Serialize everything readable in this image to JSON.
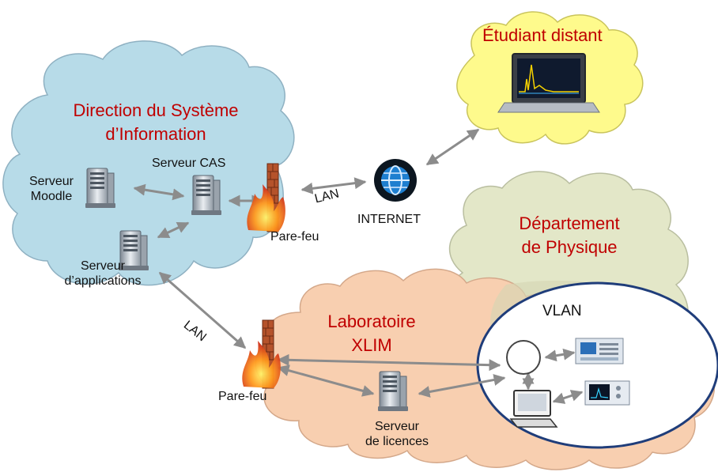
{
  "clouds": {
    "dsi_title_line1": "Direction du Système",
    "dsi_title_line2": "d’Information",
    "student_title": "Étudiant distant",
    "physics_title_line1": "Département",
    "physics_title_line2": "de Physique",
    "lab_title_line1": "Laboratoire",
    "lab_title_line2": "XLIM",
    "vlan_title": "VLAN"
  },
  "nodes": {
    "moodle_line1": "Serveur",
    "moodle_line2": "Moodle",
    "cas": "Serveur CAS",
    "apps_line1": "Serveur",
    "apps_line2": "d’applications",
    "firewall_top": "Pare-feu",
    "firewall_bottom": "Pare-feu",
    "internet": "INTERNET",
    "license_line1": "Serveur",
    "license_line2": "de licences"
  },
  "links": {
    "lan_top": "LAN",
    "lan_bottom": "LAN"
  },
  "colors": {
    "dsi_cloud": "#b7dbe8",
    "student_cloud": "#fefa8c",
    "physics_cloud": "#e3e7c8",
    "lab_cloud": "#f8cfb0",
    "vlan_border": "#1f3d7a",
    "title_red": "#c00000",
    "arrow_gray": "#8c8c8c"
  },
  "icons": [
    "server-icon",
    "firewall-icon",
    "globe-icon",
    "laptop-icon",
    "computer-icon",
    "instrument-icon",
    "hub-icon"
  ]
}
